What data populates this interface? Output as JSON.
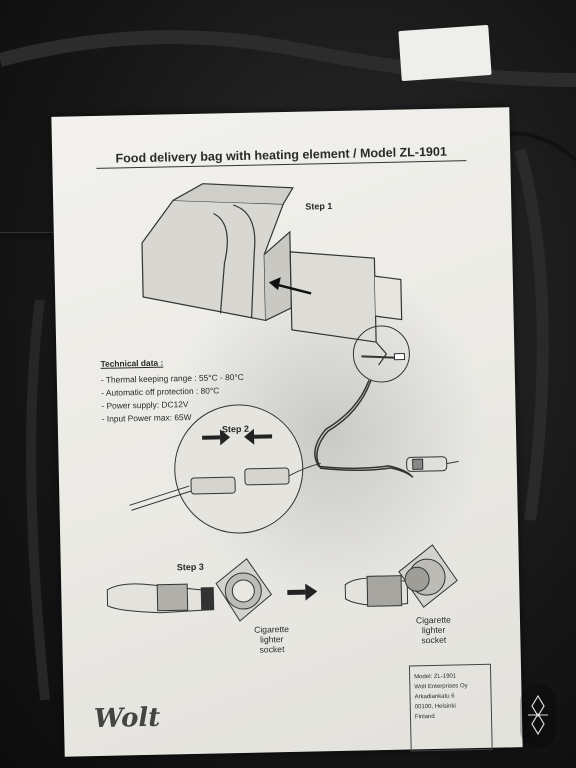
{
  "document": {
    "title": "Food delivery bag with heating element / Model  ZL-1901",
    "steps": [
      "Step 1",
      "Step 2",
      "Step 3"
    ],
    "technical": {
      "heading": "Technical data :",
      "specs": [
        "- Thermal keeping range : 55°C - 80°C",
        "- Automatic off protection : 80°C",
        "- Power supply: DC12V",
        "- Input Power max: 65W"
      ]
    },
    "socket_label": [
      "Cigarette",
      "lighter",
      "socket"
    ],
    "model_box": [
      "Model: ZL-1901",
      "Wolt Enterprises Oy",
      "Arkadiankatu 6",
      "00100, Helsinki",
      "Finland"
    ],
    "brand": "Wolt"
  },
  "icons": [
    "arrow-left-icon",
    "arrow-right-icon",
    "car-plug-icon",
    "socket-icon",
    "watermark-icon"
  ],
  "colors": {
    "paper": "#ecebe6",
    "ink": "#2a2a2a",
    "background": "#1a1a1a"
  }
}
